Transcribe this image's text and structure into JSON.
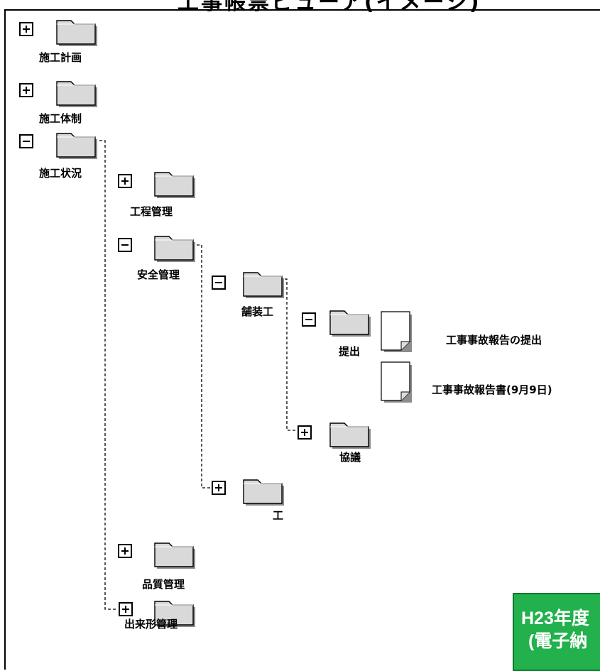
{
  "header": {
    "title": "工事帳票ビューア(イメージ)"
  },
  "tree": {
    "root": [
      {
        "label": "施工計画",
        "state": "collapsed"
      },
      {
        "label": "施工体制",
        "state": "collapsed"
      },
      {
        "label": "施工状況",
        "state": "expanded"
      }
    ],
    "level1": [
      {
        "label": "工程管理",
        "state": "collapsed"
      },
      {
        "label": "安全管理",
        "state": "expanded"
      },
      {
        "label": "品質管理",
        "state": "collapsed"
      },
      {
        "label": "出来形管理",
        "state": "collapsed"
      }
    ],
    "level2": [
      {
        "label": "舗装工",
        "state": "expanded"
      },
      {
        "label": "工",
        "state": "collapsed"
      }
    ],
    "level3": [
      {
        "label": "提出",
        "state": "expanded"
      },
      {
        "label": "協議",
        "state": "collapsed"
      }
    ],
    "documents": [
      {
        "label": "工事事故報告の提出"
      },
      {
        "label": "工事事故報告書(9月9日)"
      }
    ]
  },
  "badge": {
    "line1": "H23年度",
    "line2": "(電子納"
  },
  "icons": {
    "folder": "folder-icon",
    "document": "document-icon",
    "expand": "plus-icon",
    "collapse": "minus-icon"
  },
  "colors": {
    "folder_fill": "#d9d9d9",
    "badge": "#22b14c"
  }
}
